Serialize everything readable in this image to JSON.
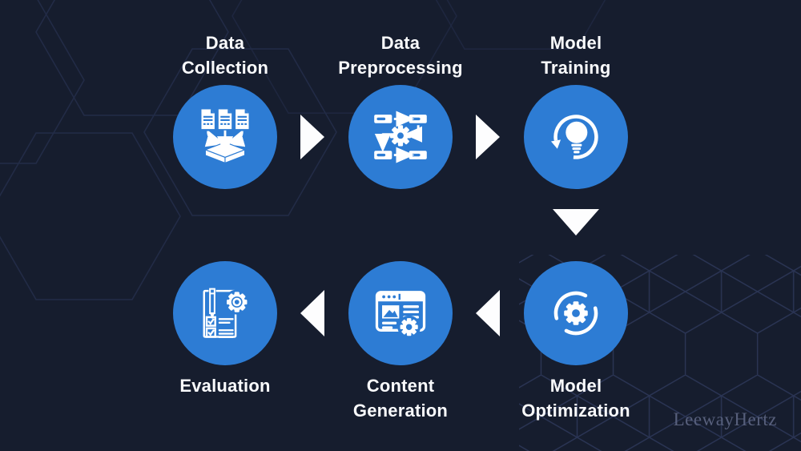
{
  "page": {
    "colors": {
      "background": "#161d2e",
      "accent_blue": "#2d7cd4",
      "icon_white": "#ffffff",
      "label_text": "#f9fafc",
      "watermark_text": "#5b6480",
      "hex_line": "#2e3a5e"
    },
    "watermark": "LeewayHertz"
  },
  "flow": {
    "steps": [
      {
        "name": "data-collection",
        "label": "Data Collection",
        "lines": [
          "Data",
          "Collection"
        ],
        "icon": "data-collection-icon"
      },
      {
        "name": "data-preprocessing",
        "label": "Data Preprocessing",
        "lines": [
          "Data",
          "Preprocessing"
        ],
        "icon": "data-preprocessing-icon"
      },
      {
        "name": "model-training",
        "label": "Model Training",
        "lines": [
          "Model",
          "Training"
        ],
        "icon": "model-training-icon"
      },
      {
        "name": "model-optimization",
        "label": "Model Optimization",
        "lines": [
          "Model",
          "Optimization"
        ],
        "icon": "model-optimization-icon"
      },
      {
        "name": "content-generation",
        "label": "Content Generation",
        "lines": [
          "Content",
          "Generation"
        ],
        "icon": "content-generation-icon"
      },
      {
        "name": "evaluation",
        "label": "Evaluation",
        "lines": [
          "Evaluation"
        ],
        "icon": "evaluation-icon"
      }
    ],
    "connectors": [
      "right",
      "right",
      "down",
      "left",
      "left"
    ]
  }
}
